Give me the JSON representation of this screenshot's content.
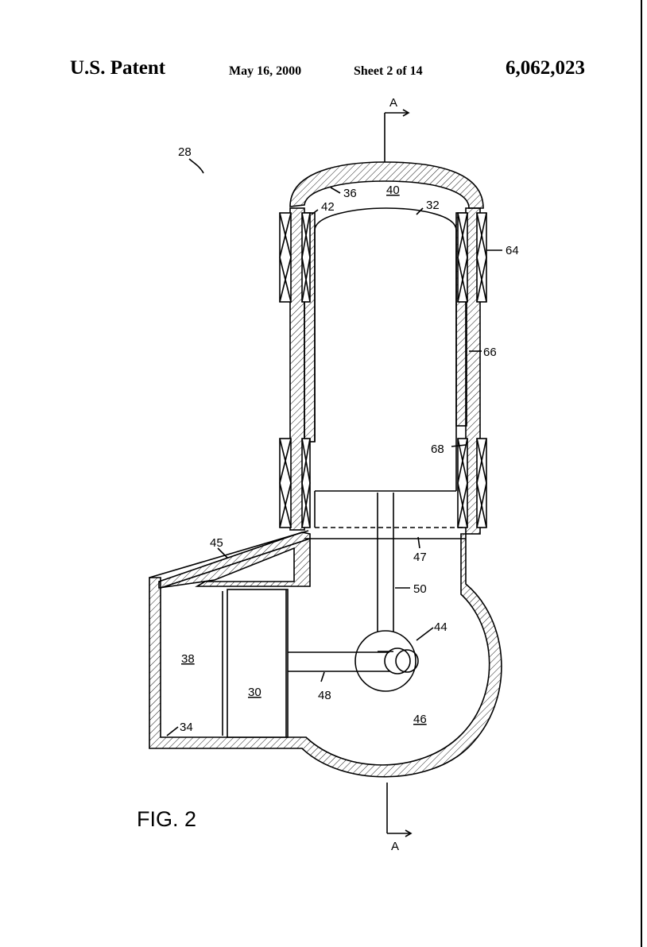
{
  "header": {
    "left": "U.S. Patent",
    "date": "May 16, 2000",
    "sheet": "Sheet 2 of 14",
    "number": "6,062,023"
  },
  "figure": {
    "caption": "FIG. 2",
    "section_marker": "A",
    "labels": {
      "l28": "28",
      "l36": "36",
      "l40": "40",
      "l42": "42",
      "l32": "32",
      "l64": "64",
      "l66": "66",
      "l68": "68",
      "l45": "45",
      "l47": "47",
      "l50": "50",
      "l44": "44",
      "l38": "38",
      "l30": "30",
      "l48": "48",
      "l34": "34",
      "l46": "46"
    }
  }
}
